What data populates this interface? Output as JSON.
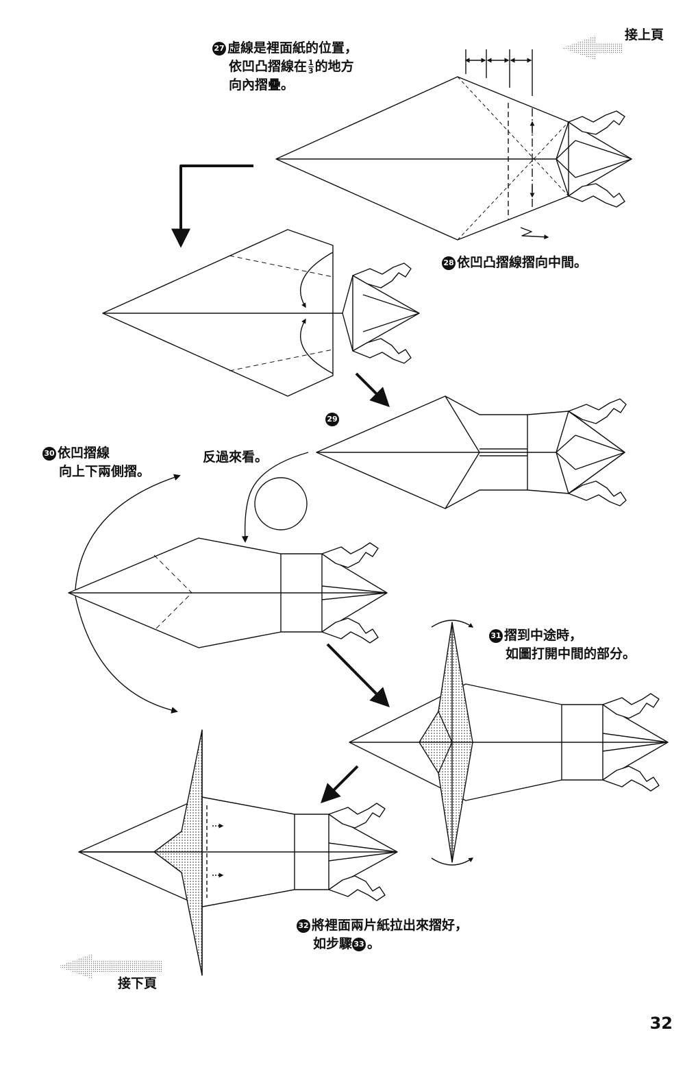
{
  "nav": {
    "continued_from": "接上頁",
    "continued_to": "接下頁"
  },
  "steps": [
    {
      "num": "27",
      "lines": [
        "虛線是裡面紙的位置，",
        "依凹凸摺線在",
        "的地方",
        "向內摺疊。"
      ],
      "fraction": {
        "numerator": "1",
        "denominator": "3"
      }
    },
    {
      "num": "28",
      "lines": [
        "依凹凸摺線摺向中間。"
      ]
    },
    {
      "num": "29",
      "lines": []
    },
    {
      "num": "30",
      "lines": [
        "依凹摺線",
        "向上下兩側摺。"
      ]
    },
    {
      "num": "31",
      "lines": [
        "摺到中途時，",
        "如圖打開中間的部分。"
      ]
    },
    {
      "num": "32",
      "lines": [
        "將裡面兩片紙拉出來摺好，",
        "如步驟",
        "。"
      ],
      "ref_num": "33"
    }
  ],
  "annotations": {
    "turn_over": "反過來看。"
  },
  "page_number": "32",
  "colors": {
    "ink": "#111111",
    "fill_gray": "#c8c8c8",
    "arrow_gray": "#bdbdbd"
  }
}
